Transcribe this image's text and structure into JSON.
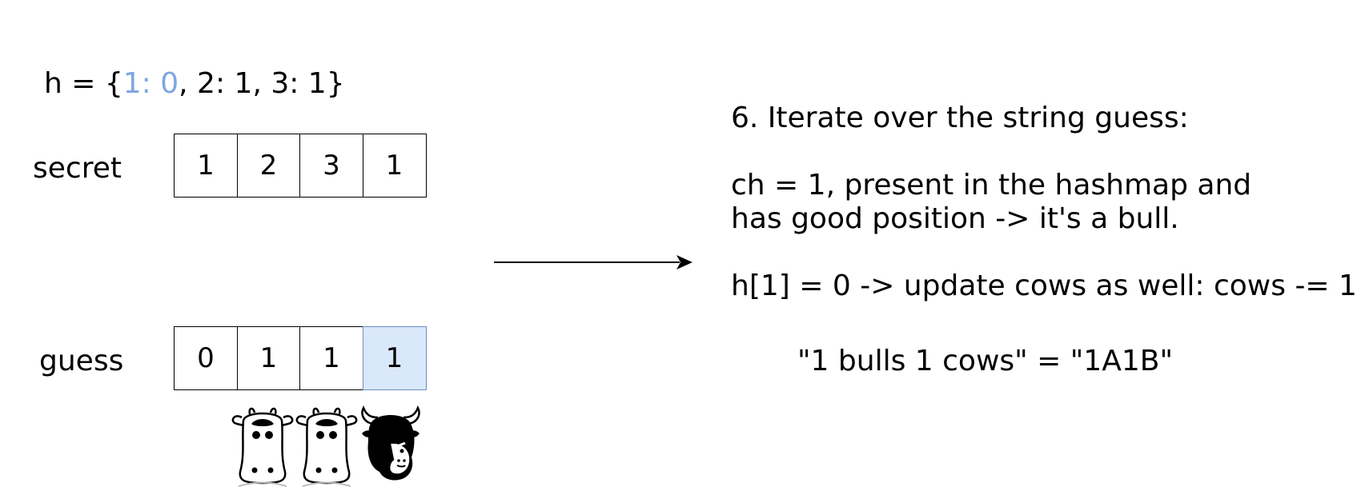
{
  "hashmap": {
    "prefix": "h = {",
    "highlighted": "1: 0",
    "rest": ", 2: 1, 3: 1}"
  },
  "secret": {
    "label": "secret",
    "cells": [
      "1",
      "2",
      "3",
      "1"
    ]
  },
  "guess": {
    "label": "guess",
    "cells": [
      "0",
      "1",
      "1",
      "1"
    ],
    "highlighted_index": 3
  },
  "animals": [
    "cow-icon",
    "cow-icon",
    "bull-icon"
  ],
  "explanation": {
    "step": "6. Iterate over the string guess:",
    "line1": "ch = 1, present in the hashmap and",
    "line2": "has good position -> it's a bull.",
    "line3": "h[1] = 0 -> update cows as well: cows -= 1",
    "result": "\"1 bulls 1 cows\" = \"1A1B\""
  },
  "colors": {
    "highlight_text": "#7ea6e0",
    "highlight_fill": "#dae8fc",
    "highlight_border": "#6c8ebf"
  }
}
